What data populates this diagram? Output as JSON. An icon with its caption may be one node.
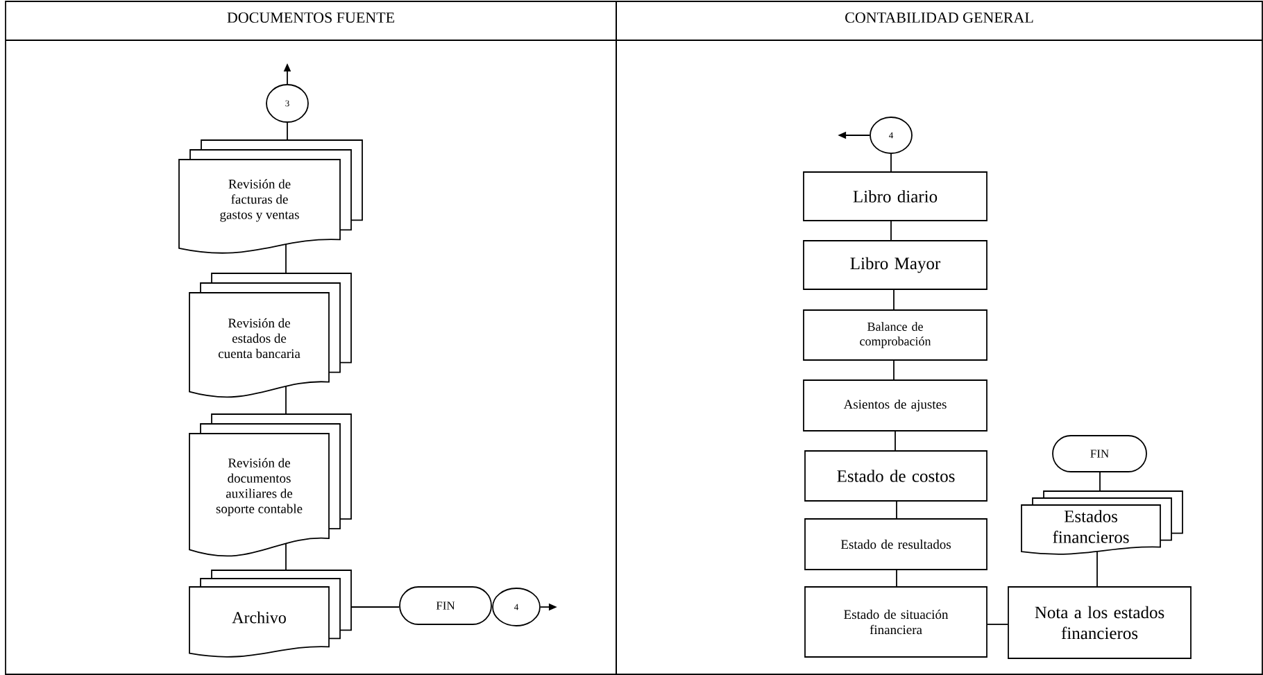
{
  "diagram": {
    "nodes": [
      {
        "text": [
          "DOCUMENTOS FUENTE"
        ]
      },
      {
        "text": [
          "CONTABILIDAD GENERAL"
        ]
      },
      {
        "text": [
          "3"
        ],
        "in": 0
      },
      {
        "text": [
          "Revisión de facturas de gastos y ventas"
        ],
        "in": 0
      },
      {
        "text": [
          "Revisión de estados de cuenta bancaria"
        ],
        "in": 0
      },
      {
        "text": [
          "Revisión de documentos auxiliares de soporte contable"
        ],
        "in": 0
      },
      {
        "text": [
          "Archivo"
        ],
        "in": 0
      },
      {
        "text": [
          "FIN"
        ],
        "in": 0
      },
      {
        "text": [
          "4"
        ],
        "in": 0
      },
      {
        "text": [
          "4"
        ],
        "in": 1
      },
      {
        "text": [
          "Libro diario"
        ],
        "in": 1
      },
      {
        "text": [
          "Libro Mayor"
        ],
        "in": 1
      },
      {
        "text": [
          "Balance de comprobación"
        ],
        "in": 1
      },
      {
        "text": [
          "Asientos de ajustes"
        ],
        "in": 1
      },
      {
        "text": [
          "Estado de costos"
        ],
        "in": 1
      },
      {
        "text": [
          "Estado de resultados"
        ],
        "in": 1
      },
      {
        "text": [
          "Estado de situación financiera"
        ],
        "in": 1
      },
      {
        "text": [
          "Nota a los estados financieros"
        ],
        "in": 1
      },
      {
        "text": [
          "Estados financieros"
        ],
        "in": 1
      },
      {
        "text": [
          "FIN"
        ],
        "in": 1
      }
    ],
    "edges": [
      {
        "from": 2,
        "to": null,
        "arrow": "to"
      },
      {
        "from": 2,
        "to": 3,
        "arrow": "none"
      },
      {
        "from": 3,
        "to": 4,
        "arrow": "none"
      },
      {
        "from": 4,
        "to": 5,
        "arrow": "none"
      },
      {
        "from": 5,
        "to": 6,
        "arrow": "none"
      },
      {
        "from": 6,
        "to": 7,
        "arrow": "none"
      },
      {
        "from": 8,
        "to": null,
        "arrow": "to"
      },
      {
        "from": 9,
        "to": null,
        "arrow": "to"
      },
      {
        "from": 9,
        "to": 10,
        "arrow": "none"
      },
      {
        "from": 10,
        "to": 11,
        "arrow": "none"
      },
      {
        "from": 11,
        "to": 12,
        "arrow": "none"
      },
      {
        "from": 12,
        "to": 13,
        "arrow": "none"
      },
      {
        "from": 13,
        "to": 14,
        "arrow": "none"
      },
      {
        "from": 14,
        "to": 15,
        "arrow": "none"
      },
      {
        "from": 15,
        "to": 16,
        "arrow": "none"
      },
      {
        "from": 16,
        "to": 17,
        "arrow": "none"
      },
      {
        "from": 17,
        "to": 18,
        "arrow": "none"
      },
      {
        "from": 18,
        "to": 19,
        "arrow": "none"
      }
    ]
  }
}
